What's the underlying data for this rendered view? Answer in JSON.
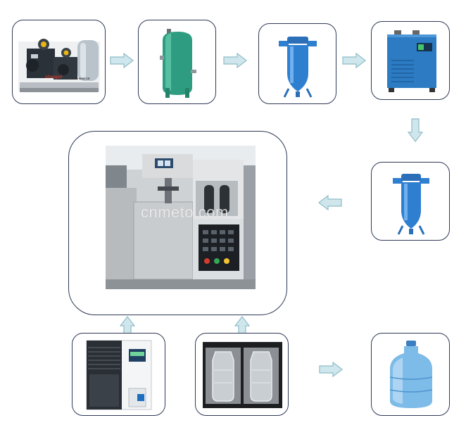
{
  "diagram": {
    "watermark": "cnmeto.com",
    "compressor_brand": "shangair",
    "compressor_cert": "ISO 9001 CE",
    "colors": {
      "box_border": "#2f3a57",
      "arrow_fill": "#cfe7ec",
      "arrow_stroke": "#8fbcc8",
      "tank_green": "#2e9c80",
      "filter_blue": "#2f7fd0",
      "dryer_blue": "#2c7bc3",
      "chiller_white": "#f3f5f7",
      "bottle_blue": "#6fb4e6"
    },
    "nodes": [
      {
        "id": "air-compressor",
        "icon": "air-compressor-icon"
      },
      {
        "id": "air-tank",
        "icon": "air-tank-icon"
      },
      {
        "id": "precision-filter-1",
        "icon": "filter-icon"
      },
      {
        "id": "air-dryer",
        "icon": "air-dryer-icon"
      },
      {
        "id": "precision-filter-2",
        "icon": "filter-icon"
      },
      {
        "id": "blow-molding-machine",
        "icon": "blow-molding-machine-icon"
      },
      {
        "id": "water-chiller",
        "icon": "chiller-icon"
      },
      {
        "id": "bottle-mold",
        "icon": "mold-icon"
      },
      {
        "id": "water-bottle",
        "icon": "water-bottle-icon"
      }
    ]
  }
}
